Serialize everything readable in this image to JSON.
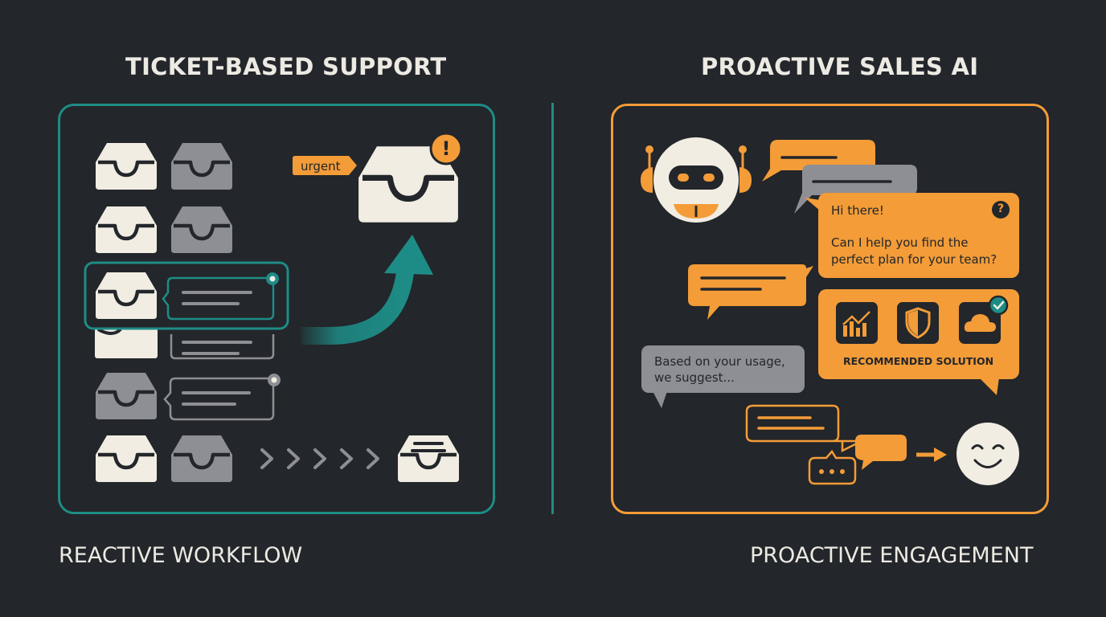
{
  "left": {
    "heading": "TICKET-BASED SUPPORT",
    "caption": "REACTIVE WORKFLOW",
    "urgent_label": "urgent",
    "alert_glyph": "!",
    "accent_color": "#1e8c86"
  },
  "right": {
    "heading": "PROACTIVE SALES AI",
    "caption": "PROACTIVE ENGAGEMENT",
    "greeting": "Hi there!",
    "question_glyph": "?",
    "offer_line1": "Can I help you find the",
    "offer_line2": "perfect plan for your team?",
    "suggest_line1": "Based on your usage,",
    "suggest_line2": "we suggest...",
    "solution_label": "RECOMMENDED SOLUTION",
    "accent_color": "#f39c38"
  },
  "icons": [
    "inbox-tray-icon",
    "alert-icon",
    "curved-arrow-icon",
    "chevron-icon",
    "robot-icon",
    "chat-bubble-icon",
    "help-icon",
    "bar-chart-icon",
    "shield-icon",
    "cloud-icon",
    "checkmark-icon",
    "smiley-face-icon"
  ]
}
